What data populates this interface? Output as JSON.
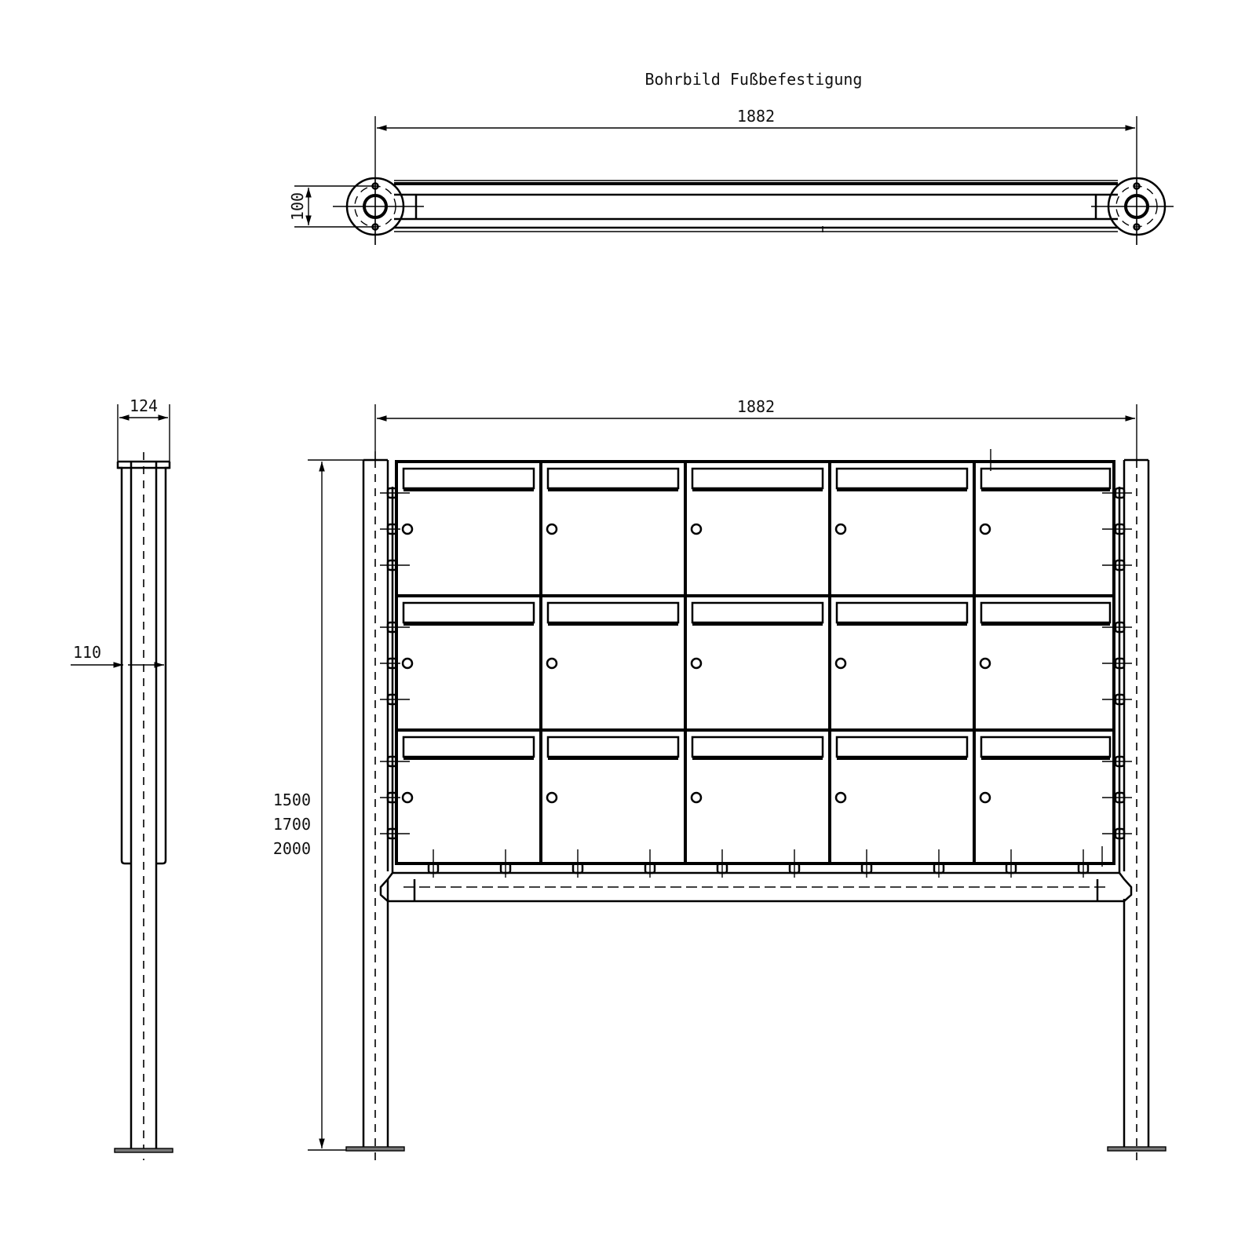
{
  "drawing": {
    "title": "Bohrbild Fußbefestigung",
    "line_color": "#000000",
    "background": "#ffffff"
  },
  "top_view": {
    "label": "Bohrbild Fußbefestigung",
    "width_dimension": "1882",
    "depth_dimension": "100"
  },
  "side_view": {
    "top_width_dimension": "124",
    "post_width_dimension": "110"
  },
  "front_view": {
    "width_dimension": "1882",
    "height_options": [
      "1500",
      "1700",
      "2000"
    ],
    "mailbox_rows": 3,
    "mailbox_columns": 5,
    "mailbox_count": 15
  }
}
